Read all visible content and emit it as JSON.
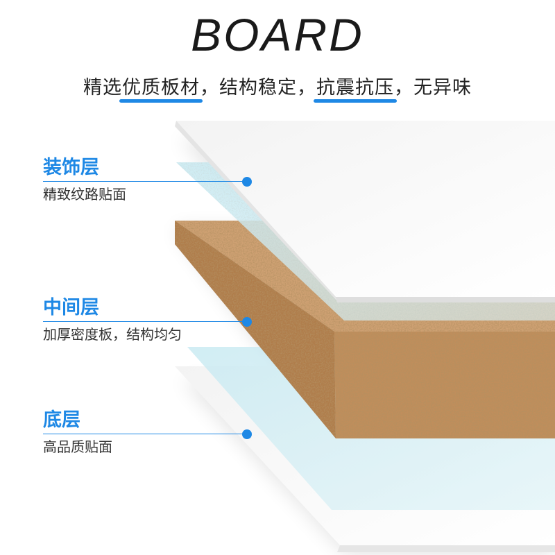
{
  "header": {
    "title": "BOARD",
    "subtitle_parts": [
      "精选",
      "优质板材",
      "，结构稳定，",
      "抗震抗压",
      "，无异味"
    ]
  },
  "layers": [
    {
      "name": "装饰层",
      "desc": "精致纹路贴面"
    },
    {
      "name": "中间层",
      "desc": "加厚密度板，结构均匀"
    },
    {
      "name": "底层",
      "desc": "高品质贴面"
    }
  ],
  "colors": {
    "accent": "#1e88e5",
    "cork": "#c69a6a",
    "film": "#bfe3ec",
    "board": "#f4f4f4"
  }
}
